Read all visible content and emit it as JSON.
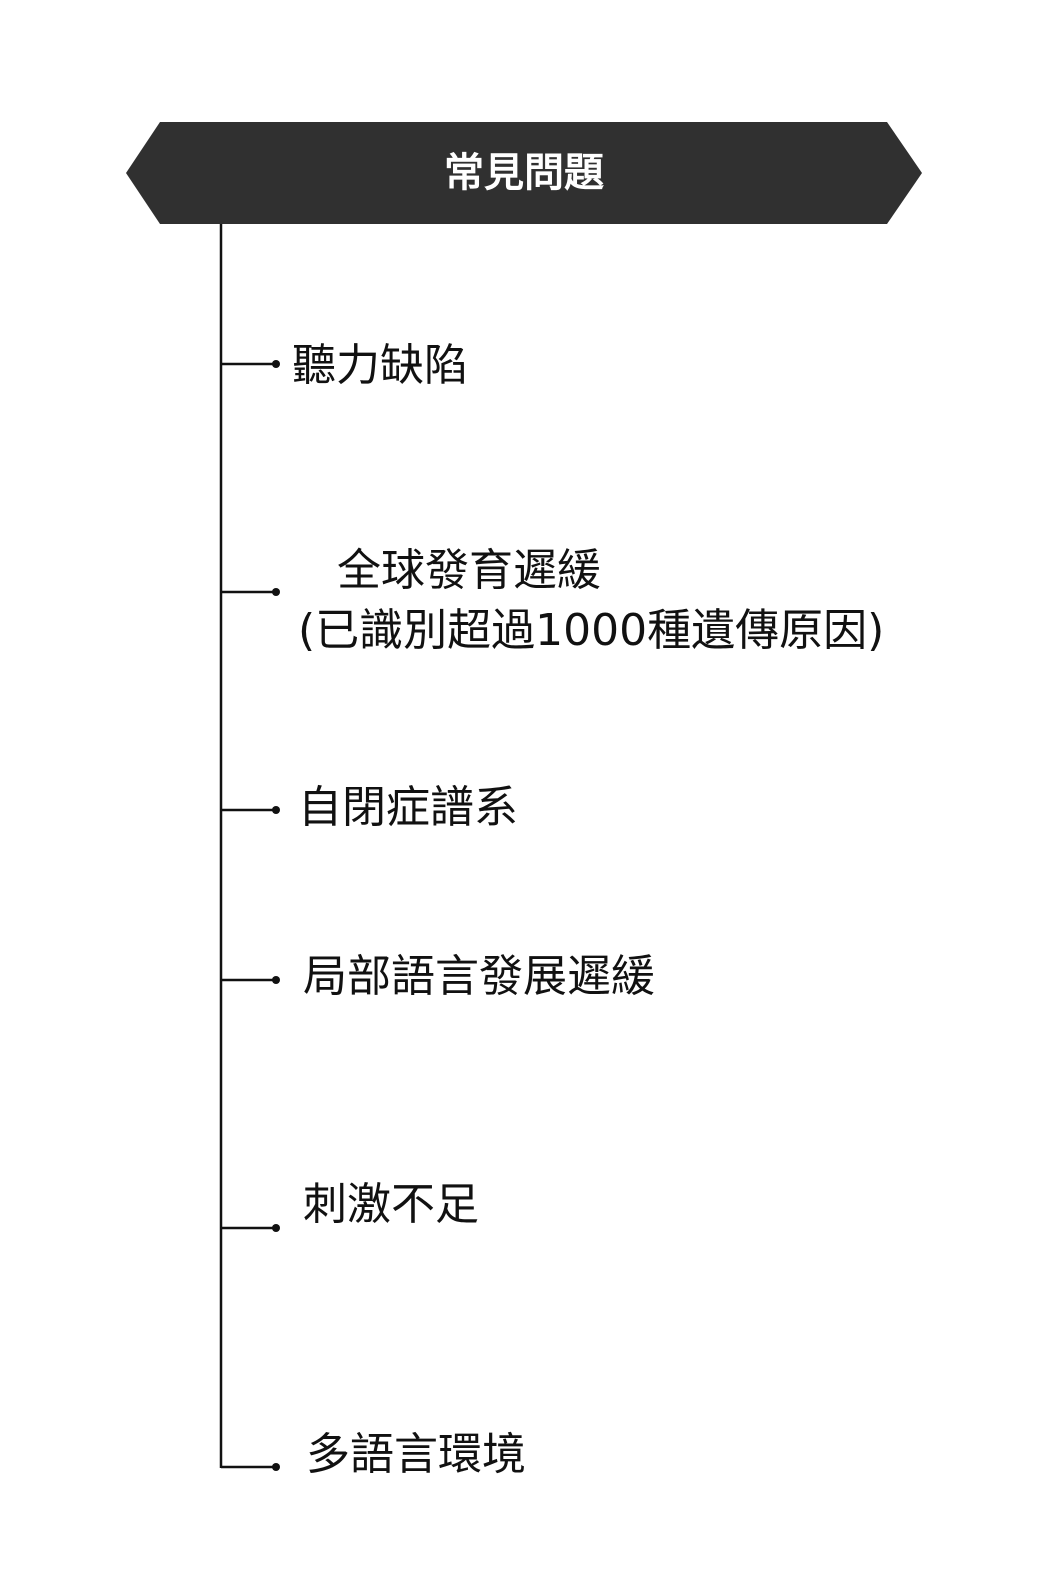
{
  "header": {
    "title": "常見問題",
    "color": "#303030"
  },
  "items": [
    {
      "label": "聽力缺陷"
    },
    {
      "label": "全球發育遲緩",
      "sublabel": "(已識別超過1000種遺傳原因)"
    },
    {
      "label": "自閉症譜系"
    },
    {
      "label": "局部語言發展遲緩"
    },
    {
      "label": "刺激不足"
    },
    {
      "label": "多語言環境"
    }
  ]
}
